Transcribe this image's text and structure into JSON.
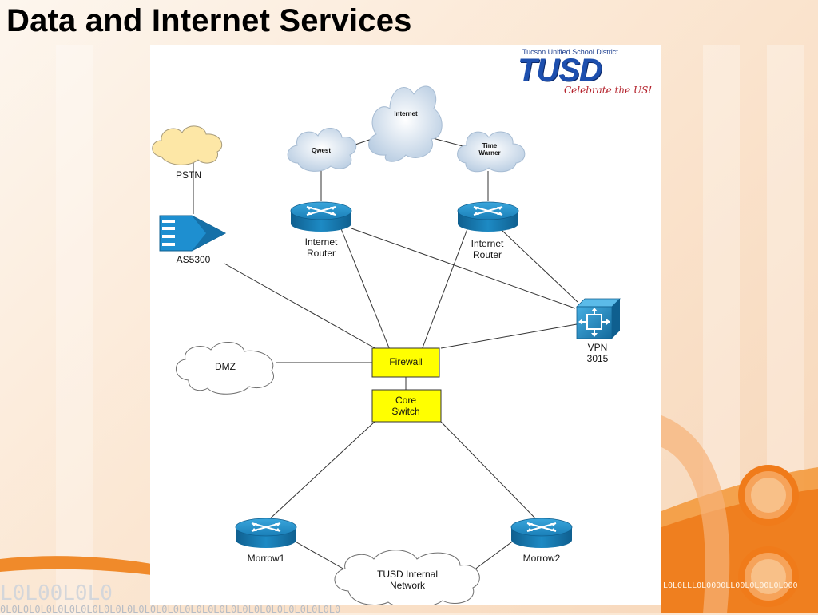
{
  "slide": {
    "title": "Data and Internet Services"
  },
  "decoration": {
    "binary_left": "L0L00L0L0",
    "binary_bottom": "0L0L0L0L0L0L0L0L0L0L0L0L0L0L0L0L0L0L0L0L0L0L0L0L0L0L0L0L0L0",
    "binary_right": "L0L0LLL0L0000LL00L0L00L0L000"
  },
  "logo": {
    "district_name": "Tucson Unified School District",
    "acronym": "TUSD",
    "tagline": "Celebrate the US!"
  },
  "diagram": {
    "nodes": {
      "internet": "Internet",
      "qwest": "Qwest",
      "time_warner": "Time\nWarner",
      "pstn": "PSTN",
      "as5300": "AS5300",
      "router1": "Internet\nRouter",
      "router2": "Internet\nRouter",
      "vpn": "VPN\n3015",
      "dmz": "DMZ",
      "firewall": "Firewall",
      "core_switch": "Core\nSwitch",
      "morrow1": "Morrow1",
      "morrow2": "Morrow2",
      "internal": "TUSD Internal\nNetwork"
    }
  },
  "colors": {
    "box_fill": "#ffff00",
    "router_blue": "#1a7fb8",
    "cloud_blue": "#dce9f5",
    "pstn_fill": "#fde7a6",
    "logo_blue": "#1d4fae",
    "logo_red": "#b3202a"
  },
  "icons": [
    "router-icon",
    "vpn-concentrator-icon",
    "access-server-icon",
    "cloud-icon"
  ]
}
